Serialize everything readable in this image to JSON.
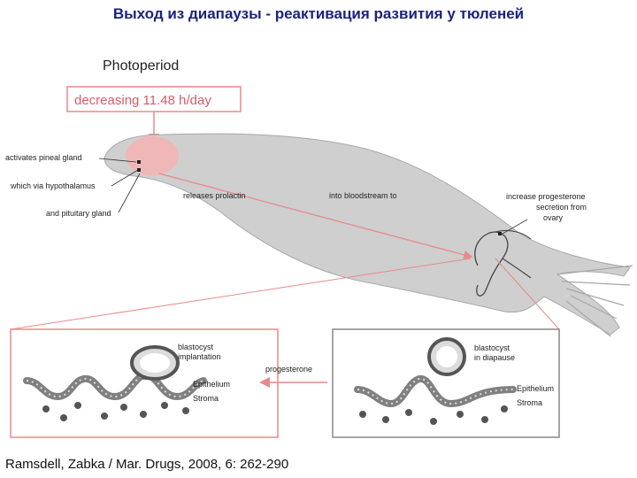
{
  "slide": {
    "title": "Выход из диапаузы - реактивация развития у тюленей",
    "citation": "Ramsdell, Zabka / Mar. Drugs, 2008, 6: 262-290"
  },
  "diagram": {
    "photoperiod_label": "Photoperiod",
    "photoperiod_value": "decreasing 11.48 h/day",
    "labels": {
      "pineal": "activates pineal gland",
      "hypothalamus": "which via hypothalamus",
      "pituitary": "and pituitary gland",
      "prolactin": "releases prolactin",
      "bloodstream": "into bloodstream to",
      "progesterone_1": "increase progesterone",
      "progesterone_2": "secretion from",
      "progesterone_3": "ovary"
    },
    "left_panel": {
      "title_1": "blastocyst",
      "title_2": "implantation",
      "epithelium": "Epithelium",
      "stroma": "Stroma"
    },
    "right_panel": {
      "title_1": "blastocyst",
      "title_2": "in diapause",
      "epithelium": "Epithelium",
      "stroma": "Stroma"
    },
    "arrow_label": "progesterone",
    "colors": {
      "seal": "#cfcfcf",
      "highlight": "#f4b3b3",
      "pink_line": "#e88a8a",
      "pink_text": "#d45d6a",
      "title": "#1a237e"
    }
  }
}
